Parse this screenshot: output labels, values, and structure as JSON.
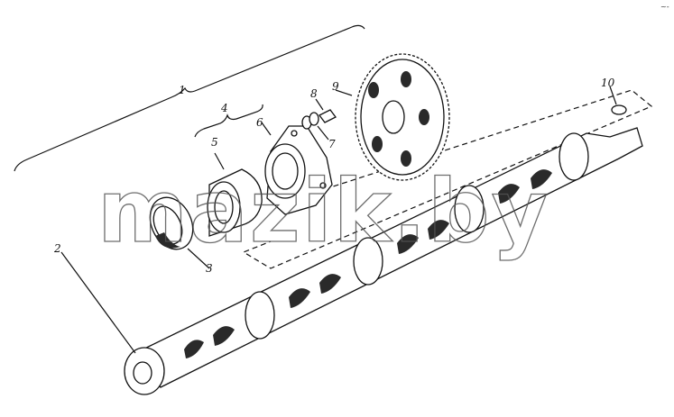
{
  "callouts": {
    "c1": "1",
    "c2": "2",
    "c3": "3",
    "c4": "4",
    "c5": "5",
    "c6": "6",
    "c7": "7",
    "c8": "8",
    "c9": "9",
    "c10": "10"
  },
  "watermark": "mazik.by",
  "corner_mark": "~-"
}
